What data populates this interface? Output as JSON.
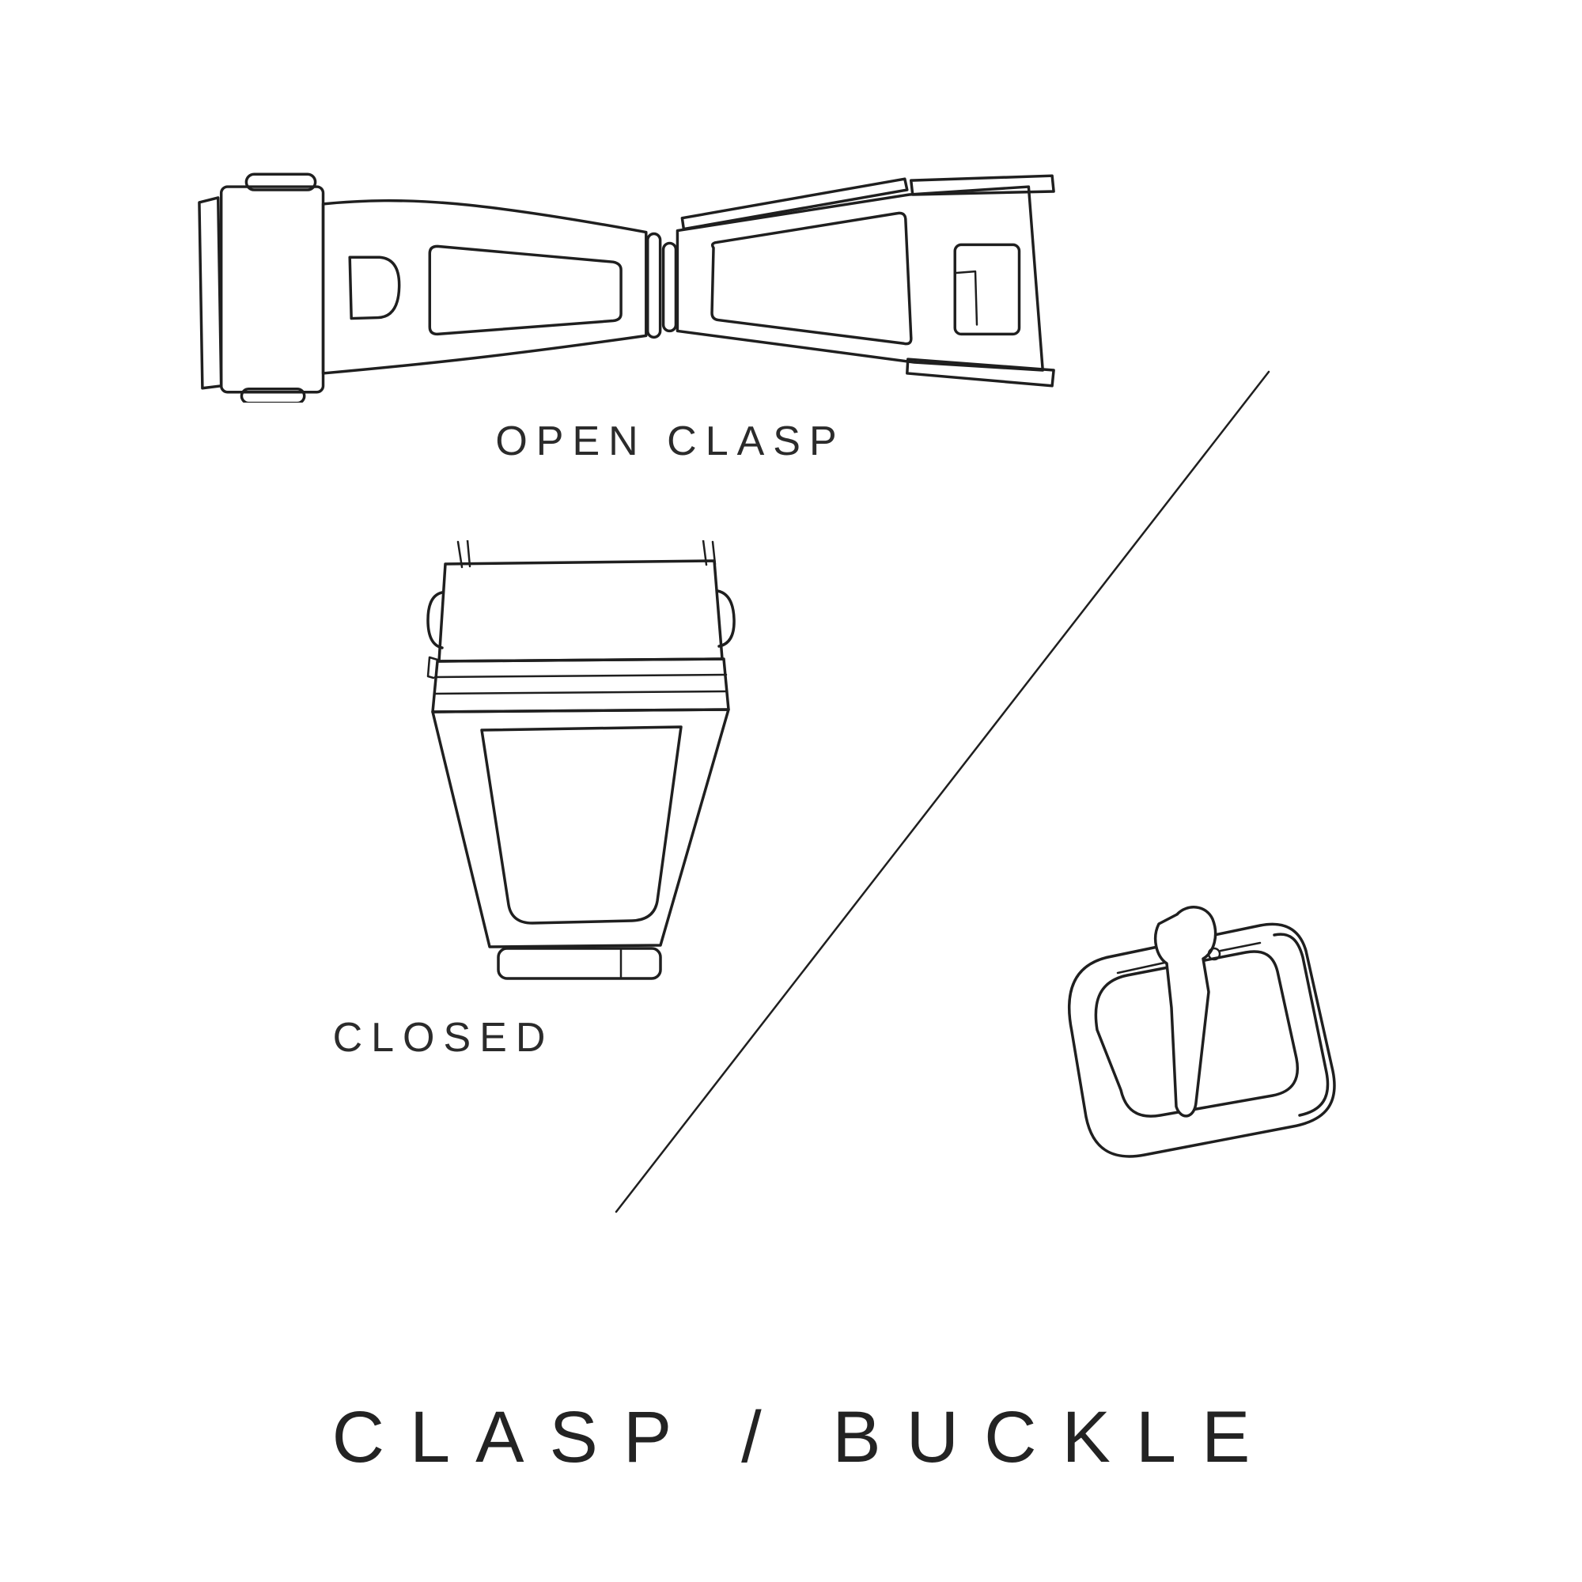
{
  "page": {
    "background": "#ffffff",
    "ink_color": "#1f1f1f"
  },
  "captions": {
    "open_clasp": "OPEN CLASP",
    "closed": "CLOSED"
  },
  "title": "CLASP / BUCKLE",
  "figures": [
    {
      "name": "open-clasp-illustration",
      "description": "watch deployant clasp shown open, two arms meeting at a center hinge"
    },
    {
      "name": "closed-clasp-illustration",
      "description": "watch clasp shown closed, tapering body with foot"
    },
    {
      "name": "buckle-illustration",
      "description": "tang buckle with pin"
    },
    {
      "name": "diagonal-divider",
      "description": "thin diagonal separator line"
    }
  ]
}
